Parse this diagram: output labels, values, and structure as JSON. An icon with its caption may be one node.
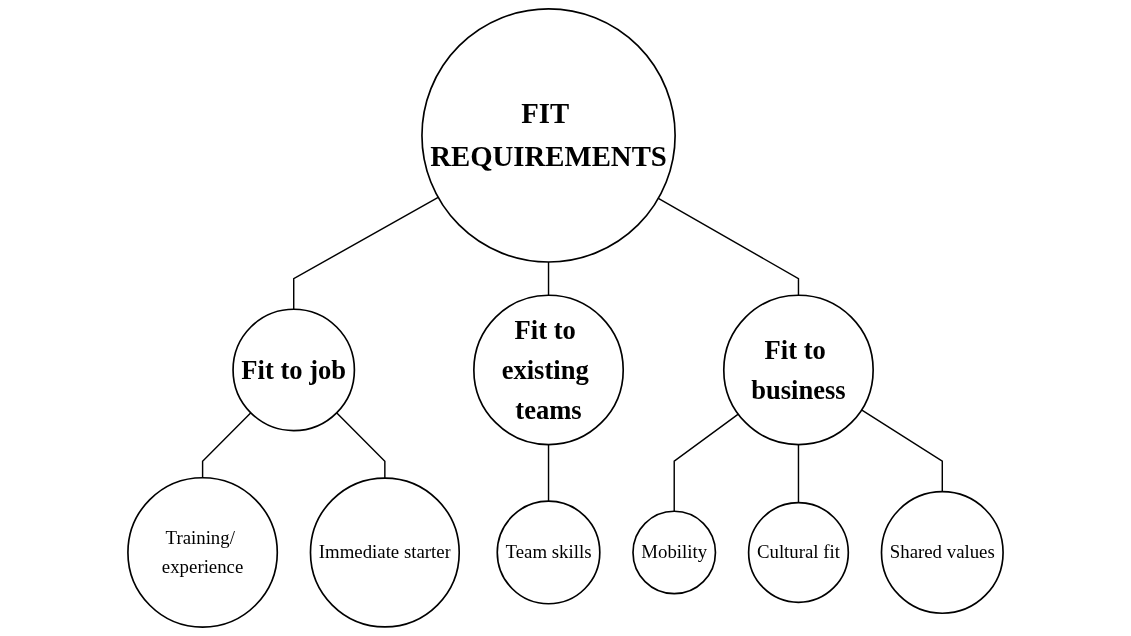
{
  "diagram": {
    "nodes": [
      {
        "text": [
          "FIT REQUIREMENTS"
        ]
      },
      {
        "text": [
          "Fit to job"
        ]
      },
      {
        "text": [
          "Fit to existing teams"
        ]
      },
      {
        "text": [
          "Fit to business"
        ]
      },
      {
        "text": [
          "Training/ experience"
        ]
      },
      {
        "text": [
          "Immediate starter"
        ]
      },
      {
        "text": [
          "Team skills"
        ]
      },
      {
        "text": [
          "Mobility"
        ]
      },
      {
        "text": [
          "Cultural fit"
        ]
      },
      {
        "text": [
          "Shared values"
        ]
      }
    ],
    "edges": [
      {
        "from": 0,
        "to": 1,
        "arrow": "none"
      },
      {
        "from": 0,
        "to": 2,
        "arrow": "none"
      },
      {
        "from": 0,
        "to": 3,
        "arrow": "none"
      },
      {
        "from": 1,
        "to": 4,
        "arrow": "none"
      },
      {
        "from": 1,
        "to": 5,
        "arrow": "none"
      },
      {
        "from": 2,
        "to": 6,
        "arrow": "none"
      },
      {
        "from": 3,
        "to": 7,
        "arrow": "none"
      },
      {
        "from": 3,
        "to": 8,
        "arrow": "none"
      },
      {
        "from": 3,
        "to": 9,
        "arrow": "none"
      }
    ]
  }
}
